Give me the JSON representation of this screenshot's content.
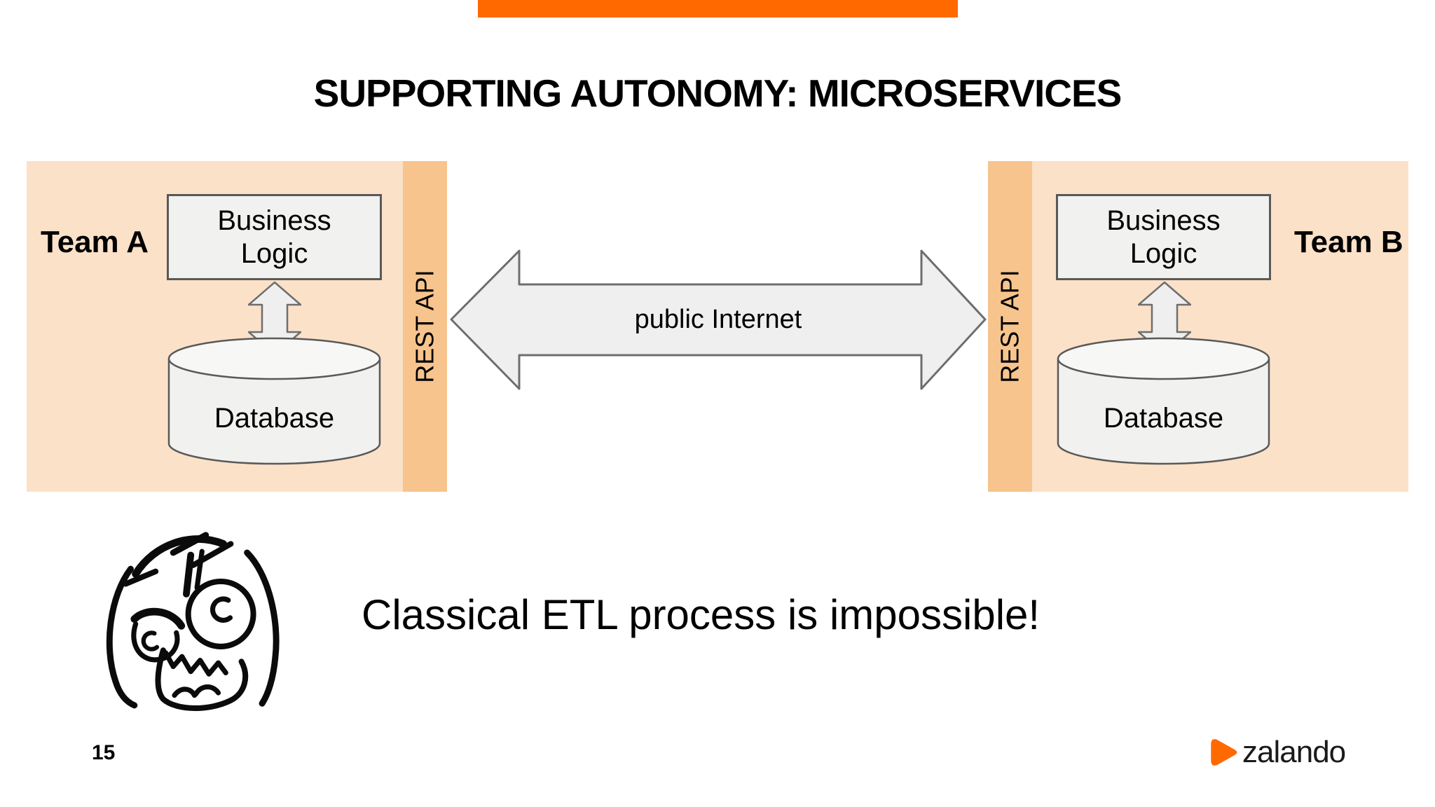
{
  "slide": {
    "title": "SUPPORTING AUTONOMY: MICROSERVICES",
    "caption": "Classical ETL process is impossible!",
    "page_number": "15",
    "header_bar_color": "#ff6900"
  },
  "diagram": {
    "team_a": {
      "label": "Team A",
      "business_logic": "Business\nLogic",
      "database": "Database",
      "rest_api": "REST API"
    },
    "team_b": {
      "label": "Team B",
      "business_logic": "Business\nLogic",
      "database": "Database",
      "rest_api": "REST API"
    },
    "connection_label": "public Internet",
    "colors": {
      "team_bg": "#fbe1c8",
      "rest_api_strip": "#f7c48e",
      "shape_fill": "#f1f1ef",
      "shape_border": "#595959",
      "arrow_fill": "#efefef",
      "arrow_border": "#6e6e6e"
    }
  },
  "footer": {
    "brand": "zalando",
    "brand_color": "#ff6900"
  }
}
